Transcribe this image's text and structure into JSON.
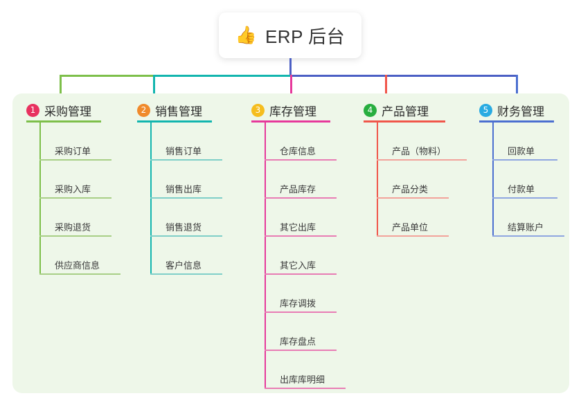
{
  "root": {
    "icon": "thumbs-up-icon",
    "emoji": "👍",
    "title": "ERP 后台"
  },
  "palette": {
    "panel_bg": "#eef7e9",
    "card_bg": "#ffffff",
    "text": "#2b2b2b",
    "root_connector": "#4b5fc4"
  },
  "connector": {
    "segments": [
      {
        "name": "seg-1-2",
        "color": "#7dbf4a"
      },
      {
        "name": "seg-2-3",
        "color": "#12b5ae"
      },
      {
        "name": "seg-3-5",
        "color": "#4b5fc4"
      }
    ]
  },
  "columns": [
    {
      "number": "1",
      "title": "采购管理",
      "badge_color": "#e8315f",
      "line_color": "#7dbf4a",
      "leaf_color": "#a8cf86",
      "items": [
        {
          "label": "采购订单",
          "width": 82
        },
        {
          "label": "采购入库",
          "width": 82
        },
        {
          "label": "采购退货",
          "width": 82
        },
        {
          "label": "供应商信息",
          "width": 95
        }
      ]
    },
    {
      "number": "2",
      "title": "销售管理",
      "badge_color": "#f08a2c",
      "line_color": "#12b5ae",
      "leaf_color": "#7fcfc8",
      "items": [
        {
          "label": "销售订单",
          "width": 82
        },
        {
          "label": "销售出库",
          "width": 82
        },
        {
          "label": "销售退货",
          "width": 82
        },
        {
          "label": "客户信息",
          "width": 82
        }
      ]
    },
    {
      "number": "3",
      "title": "库存管理",
      "badge_color": "#f5bd1f",
      "line_color": "#e6399b",
      "leaf_color": "#e87cb4",
      "items": [
        {
          "label": "仓库信息",
          "width": 82
        },
        {
          "label": "产品库存",
          "width": 82
        },
        {
          "label": "其它出库",
          "width": 82
        },
        {
          "label": "其它入库",
          "width": 82
        },
        {
          "label": "库存调拨",
          "width": 82
        },
        {
          "label": "库存盘点",
          "width": 82
        },
        {
          "label": "出库库明细",
          "width": 95
        }
      ]
    },
    {
      "number": "4",
      "title": "产品管理",
      "badge_color": "#27ae3f",
      "line_color": "#f0564a",
      "leaf_color": "#f2a39b",
      "items": [
        {
          "label": "产品（物料）",
          "width": 108
        },
        {
          "label": "产品分类",
          "width": 82
        },
        {
          "label": "产品单位",
          "width": 82
        }
      ]
    },
    {
      "number": "5",
      "title": "财务管理",
      "badge_color": "#29abe2",
      "line_color": "#4b6fd0",
      "leaf_color": "#8fa6e0",
      "items": [
        {
          "label": "回款单",
          "width": 72
        },
        {
          "label": "付款单",
          "width": 72
        },
        {
          "label": "结算账户",
          "width": 82
        }
      ]
    }
  ]
}
